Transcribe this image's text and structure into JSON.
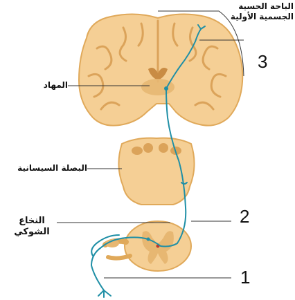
{
  "labels": {
    "cortex_line1": "الباحة الحسية",
    "cortex_line2": "الجسمية الأولية",
    "thalamus": "المهاد",
    "medulla": "البصلة السيسانية",
    "spinal_line1": "النخاع",
    "spinal_line2": "الشوكي"
  },
  "markers": {
    "one": "1",
    "two": "2",
    "three": "3"
  },
  "colors": {
    "tissue": "#f5cf95",
    "tissue_edge": "#e0a95a",
    "grey_matter": "#e7b772",
    "pathway": "#1f8fa6",
    "leader": "#333333",
    "nucleus": "#c0392b"
  }
}
